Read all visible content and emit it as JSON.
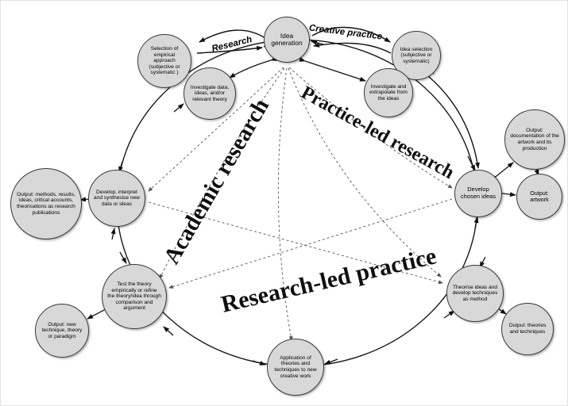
{
  "diagram": {
    "cycle_labels": {
      "academic_research": "Academic research",
      "practice_led_research": "Practice-led research",
      "research_led_practice": "Research-led practice"
    },
    "arrow_labels": {
      "research": "Research",
      "creative_practice": "Creative practice"
    },
    "nodes": {
      "idea_generation": "Idea generation",
      "selection_empirical": "Selection of empirical approach (subjective or systematic )",
      "investigate_data": "Investigate data, ideas, and/or relevant theory",
      "idea_selection": "Idea selection (subjective or systematic)",
      "investigate_extrapolate": "Investigate and extrapolate from the ideas",
      "develop_interpret": "Develop, interpret and synthesise new data or ideas",
      "output_methods": "Output: methods, results, ideas, critical accounts, theorisations as research publications",
      "develop_chosen": "Develop chosen ideas",
      "output_documentation": "Output: documentation of the artwork and its production",
      "output_artwork": "Output: artwork",
      "test_theory": "Test the theory empirically or refine the theory/idea through comparison and argument",
      "output_new_technique": "Output: new technique, theory or paradigm",
      "application_theories": "Application of theories and techniques to new creative work",
      "theorise_ideas": "Theorise ideas and develop techniques as method",
      "output_theories": "Output: theories and techniques"
    },
    "colors": {
      "background": "#ffffff",
      "node_fill": "#d8d8d8",
      "node_border": "#3a3a3a",
      "line": "#111111"
    }
  }
}
